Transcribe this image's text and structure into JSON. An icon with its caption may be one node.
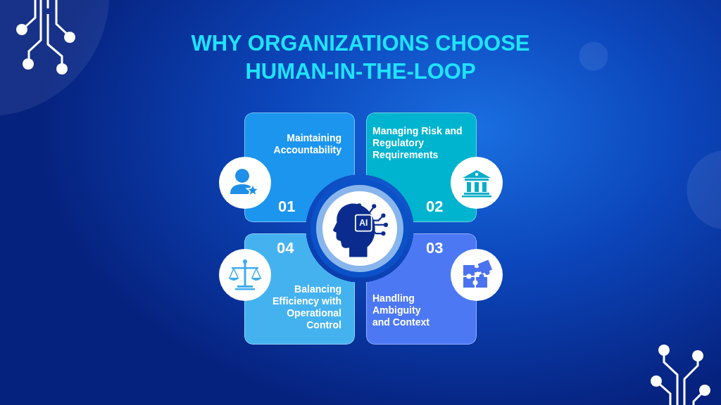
{
  "diagram": {
    "title": "WHY ORGANIZATIONS CHOOSE HUMAN-IN-THE-LOOP",
    "nodes": [
      {
        "text": [
          "Maintaining Accountability",
          "01"
        ]
      },
      {
        "text": [
          "Managing Risk and Regulatory Requirements",
          "02"
        ]
      },
      {
        "text": [
          "04",
          "Balancing Efficiency with Operational Control"
        ]
      },
      {
        "text": [
          "03",
          "Handling Ambiguity and Context"
        ]
      }
    ],
    "labels": [
      "AI"
    ]
  }
}
